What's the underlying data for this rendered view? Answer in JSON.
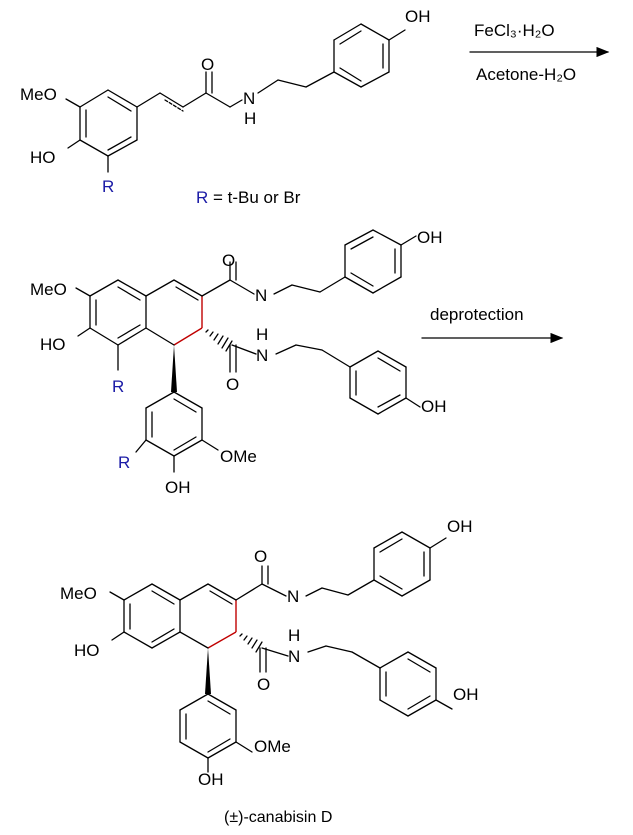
{
  "step1": {
    "reagent_top": "FeCl₃·H₂O",
    "reagent_bottom": "Acetone-H₂O",
    "r_definition": {
      "r": "R",
      "rest": " = t-Bu or Br"
    }
  },
  "step2": {
    "reagent_top": "deprotection"
  },
  "labels": {
    "oh": "OH",
    "ho": "HO",
    "meo": "MeO",
    "ome": "OMe",
    "o": "O",
    "n": "N",
    "h": "H",
    "r": "R"
  },
  "product_name": "(±)-canabisin D",
  "colors": {
    "bond": "#000000",
    "new_bond": "#c00000",
    "r_group": "#1a1aa6"
  }
}
